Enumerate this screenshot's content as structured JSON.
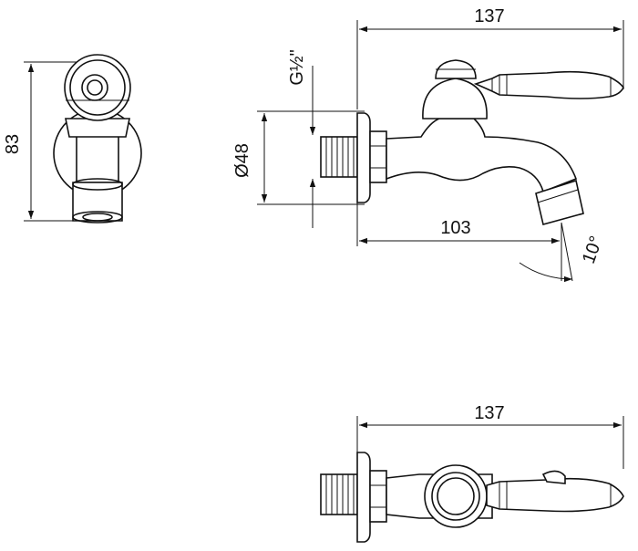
{
  "front_view": {
    "height_label": "83"
  },
  "side_view": {
    "length_label": "137",
    "thread_label": "G½\"",
    "diameter_label": "Ø48",
    "reach_label": "103",
    "angle_label": "10°"
  },
  "top_view": {
    "length_label": "137"
  }
}
